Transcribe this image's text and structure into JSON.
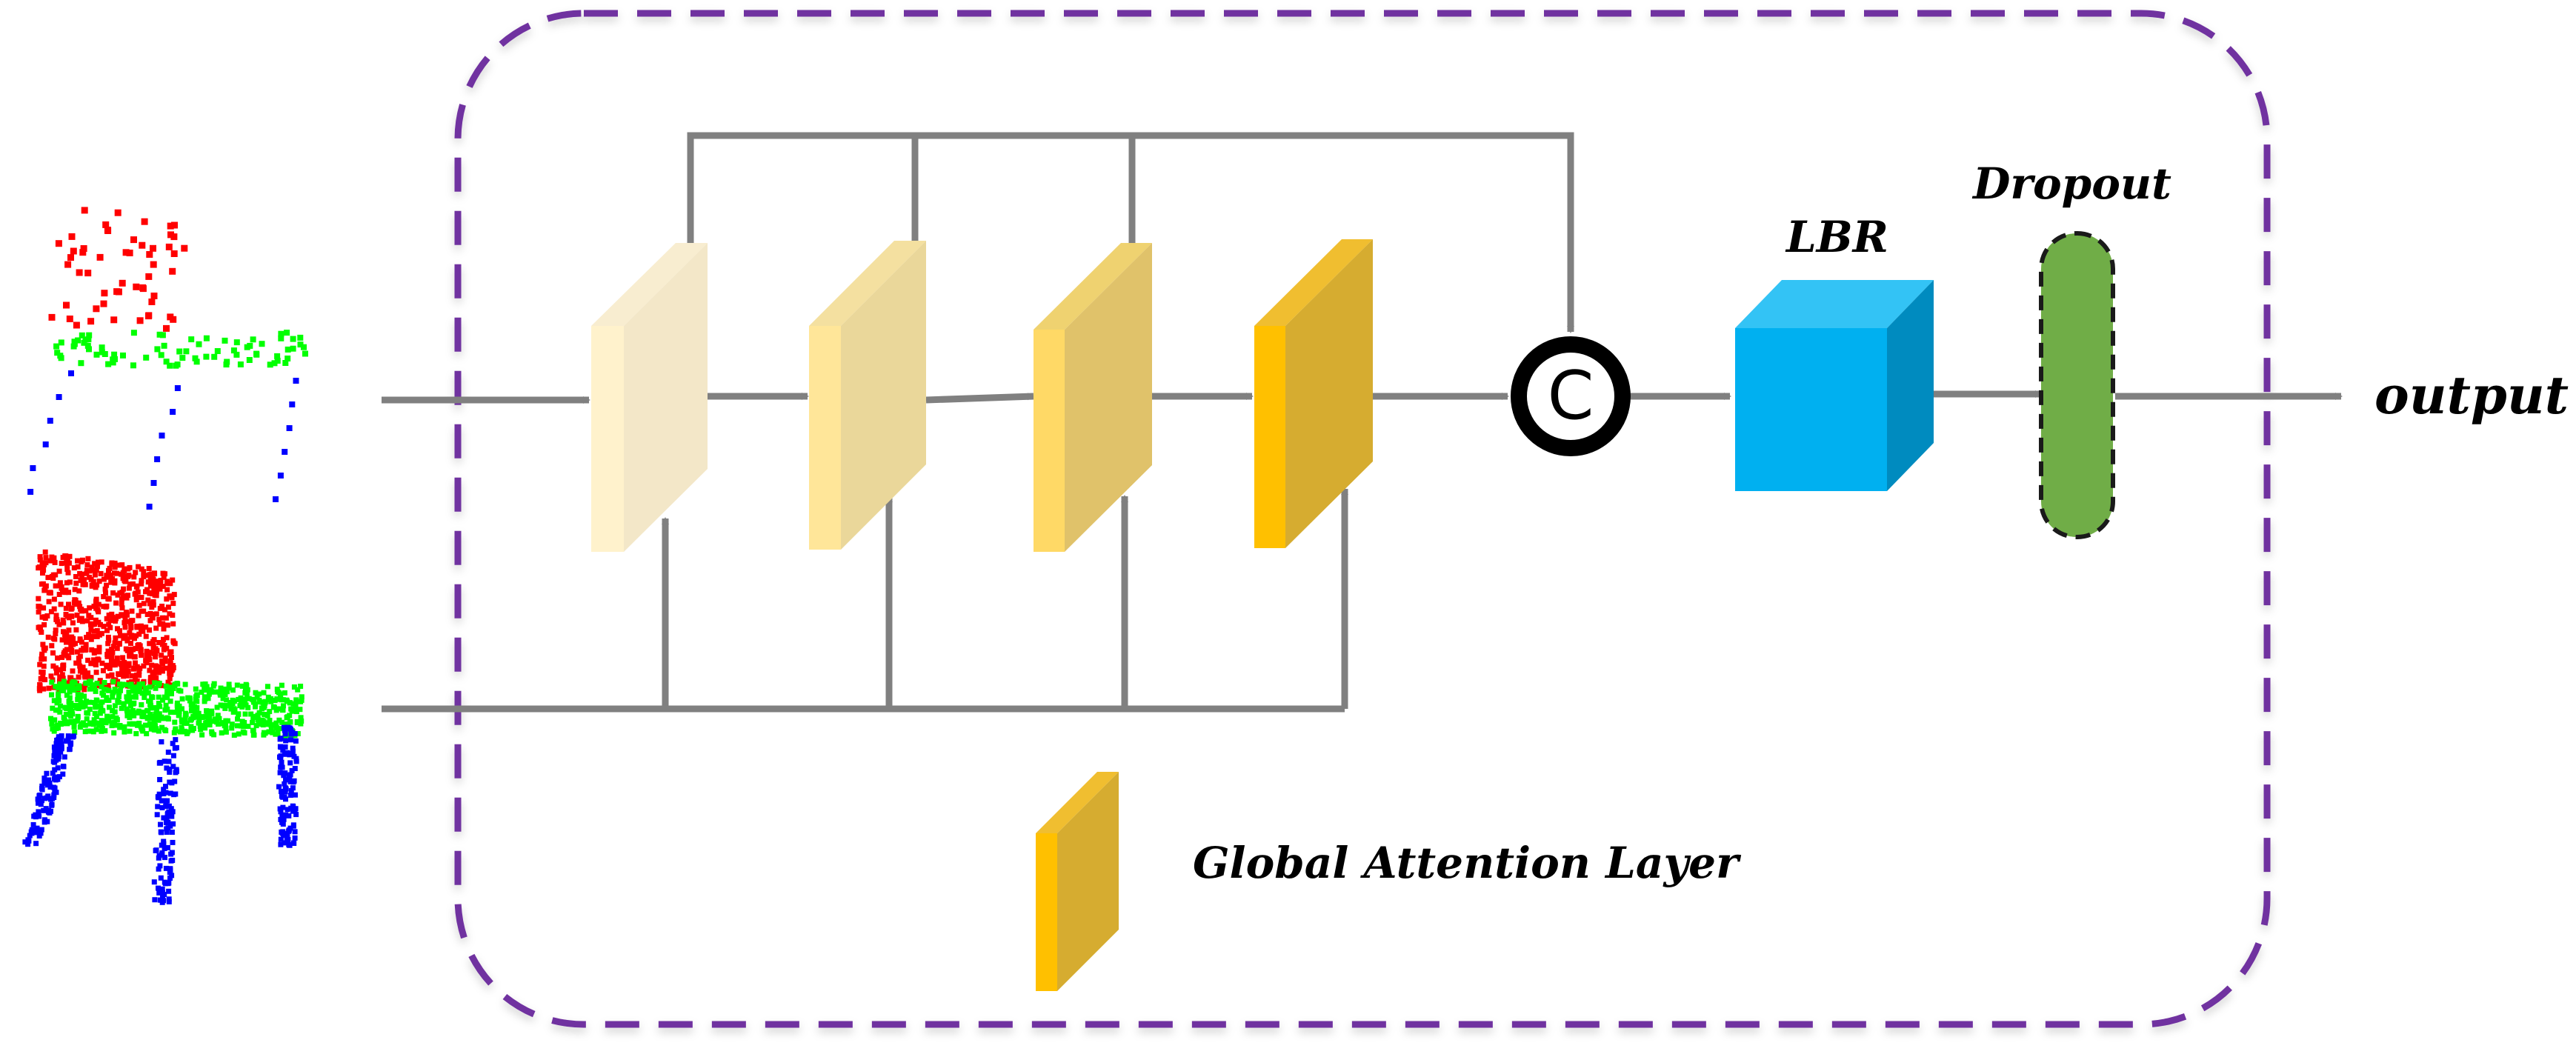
{
  "labels": {
    "lbr": "LBR",
    "dropout": "Dropout",
    "output": "output",
    "legend": "Global Attention Layer",
    "concat_symbol": "C"
  },
  "colors": {
    "frame_border": "#7030A0",
    "arrow": "#808080",
    "concat_ring": "#000000",
    "lbr_front": "#00B0F0",
    "lbr_top": "#33C3F5",
    "lbr_side": "#008BBF",
    "dropout_fill": "#70AD47",
    "dropout_border": "#1A1A1A",
    "point_top": "#FF0000",
    "point_middle": "#00FF00",
    "point_bottom": "#0000FF",
    "layers": [
      {
        "front": "#FFF2CC",
        "side": "#F3E7C8",
        "top": "#F8EDD0"
      },
      {
        "front": "#FFE699",
        "side": "#EAD79A",
        "top": "#F4E0A0"
      },
      {
        "front": "#FFD966",
        "side": "#E0C26A",
        "top": "#EFD270"
      },
      {
        "front": "#FFC000",
        "side": "#D6AC30",
        "top": "#F0BE30"
      }
    ]
  },
  "icons": [
    "chair-point-cloud-sparse-icon",
    "chair-point-cloud-dense-icon",
    "concat-icon"
  ]
}
